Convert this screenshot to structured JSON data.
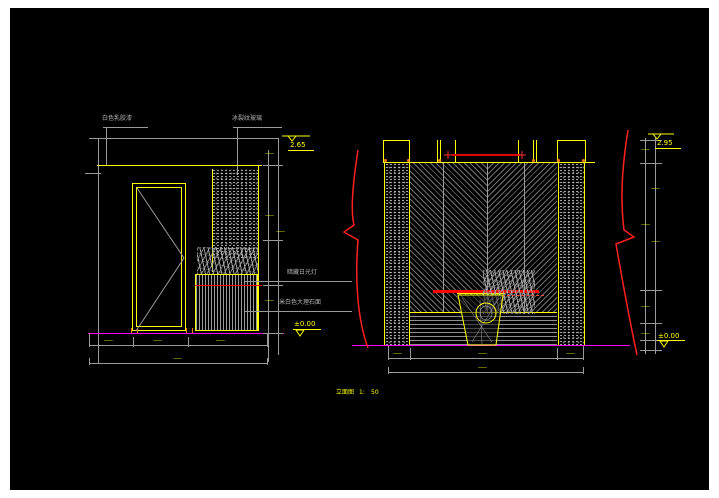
{
  "app": {
    "type": "cad-elevation-drawing"
  },
  "labels": {
    "top_left": "白色乳胶漆",
    "top_right": "冰裂纹玻璃",
    "mid_light": "暗藏日光灯",
    "mid_stone": "米白色大理石面"
  },
  "elevations": {
    "left_top": "2.65",
    "left_bottom": "±0.00",
    "right_top": "2.95",
    "right_bottom": "±0.00"
  },
  "dims": {
    "placeholder": "——"
  },
  "footer": {
    "title": "立面图",
    "scale_a": "1:",
    "scale_b": "50"
  },
  "colors": {
    "background": "#000000",
    "frame": "#ffffff",
    "line_yellow": "#ffff00",
    "line_grey": "#9a9a9a",
    "accent_red": "#ff0000",
    "floor_magenta": "#ff00ff",
    "dot_orange": "#ff8000"
  }
}
